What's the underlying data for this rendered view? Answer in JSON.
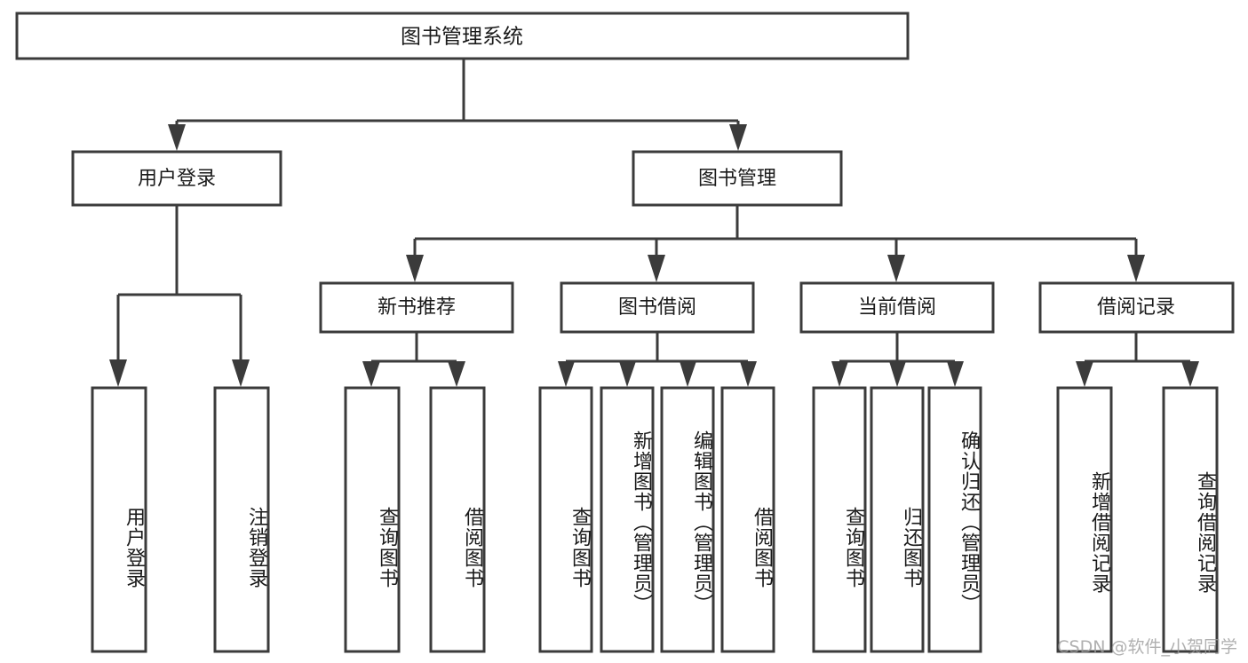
{
  "diagram": {
    "type": "tree",
    "title": "图书管理系统",
    "colors": {
      "box_stroke": "#3b3b3b",
      "box_fill": "#ffffff",
      "text": "#1a1a1a",
      "background": "#ffffff",
      "watermark": "#9a9a9a"
    },
    "root": {
      "label": "图书管理系统"
    },
    "level2": [
      {
        "label": "用户登录"
      },
      {
        "label": "图书管理"
      }
    ],
    "level3": [
      {
        "label": "新书推荐"
      },
      {
        "label": "图书借阅"
      },
      {
        "label": "当前借阅"
      },
      {
        "label": "借阅记录"
      }
    ],
    "leaves": {
      "user_login": [
        {
          "label": "用户登录"
        },
        {
          "label": "注销登录"
        }
      ],
      "new_book_recommend": [
        {
          "label": "查询图书"
        },
        {
          "label": "借阅图书"
        }
      ],
      "book_borrow": [
        {
          "label": "查询图书"
        },
        {
          "label": "新增图书（管理员）"
        },
        {
          "label": "编辑图书（管理员）"
        },
        {
          "label": "借阅图书"
        }
      ],
      "current_borrow": [
        {
          "label": "查询图书"
        },
        {
          "label": "归还图书"
        },
        {
          "label": "确认归还（管理员）"
        }
      ],
      "borrow_record": [
        {
          "label": "新增借阅记录"
        },
        {
          "label": "查询借阅记录"
        }
      ]
    }
  },
  "watermark": {
    "text": "CSDN @软件_小贺同学"
  }
}
